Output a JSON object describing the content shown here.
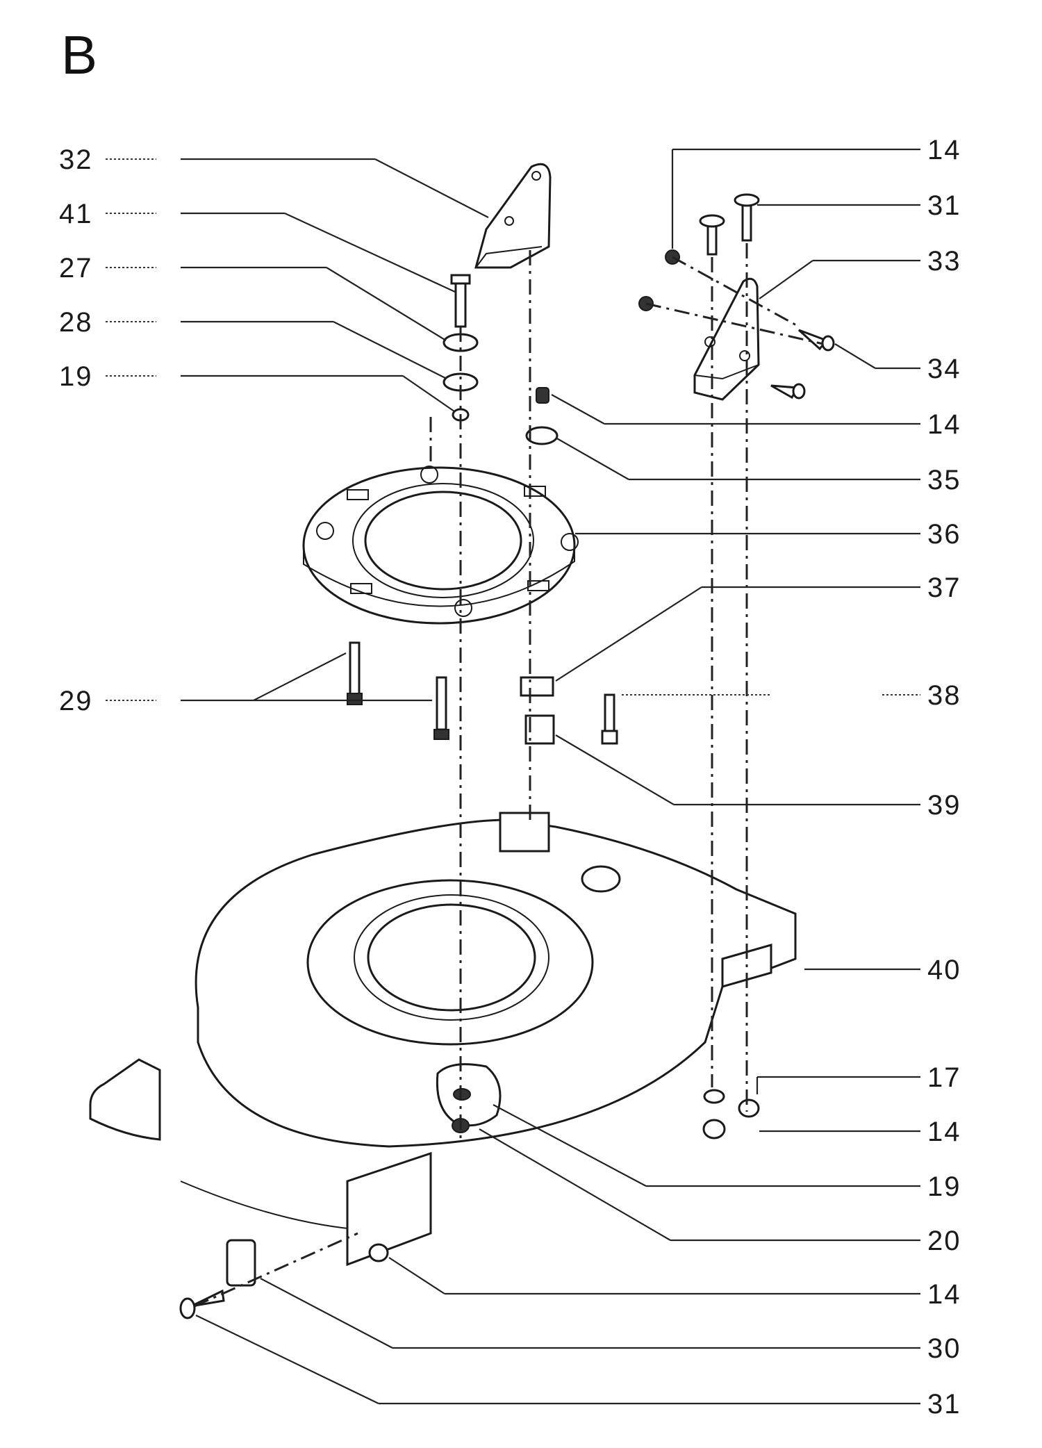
{
  "section_letter": "B",
  "callouts": [
    {
      "id": "c1",
      "label": "32"
    },
    {
      "id": "c2",
      "label": "41"
    },
    {
      "id": "c3",
      "label": "27"
    },
    {
      "id": "c4",
      "label": "28"
    },
    {
      "id": "c5",
      "label": "19"
    },
    {
      "id": "c6",
      "label": "29"
    },
    {
      "id": "c7",
      "label": "14"
    },
    {
      "id": "c8",
      "label": "31"
    },
    {
      "id": "c9",
      "label": "33"
    },
    {
      "id": "c10",
      "label": "34"
    },
    {
      "id": "c11",
      "label": "14"
    },
    {
      "id": "c12",
      "label": "35"
    },
    {
      "id": "c13",
      "label": "36"
    },
    {
      "id": "c14",
      "label": "37"
    },
    {
      "id": "c15",
      "label": "38"
    },
    {
      "id": "c16",
      "label": "39"
    },
    {
      "id": "c17",
      "label": "40"
    },
    {
      "id": "c18",
      "label": "17"
    },
    {
      "id": "c19",
      "label": "14"
    },
    {
      "id": "c20",
      "label": "19"
    },
    {
      "id": "c21",
      "label": "20"
    },
    {
      "id": "c22",
      "label": "14"
    },
    {
      "id": "c23",
      "label": "30"
    },
    {
      "id": "c24",
      "label": "31"
    }
  ]
}
